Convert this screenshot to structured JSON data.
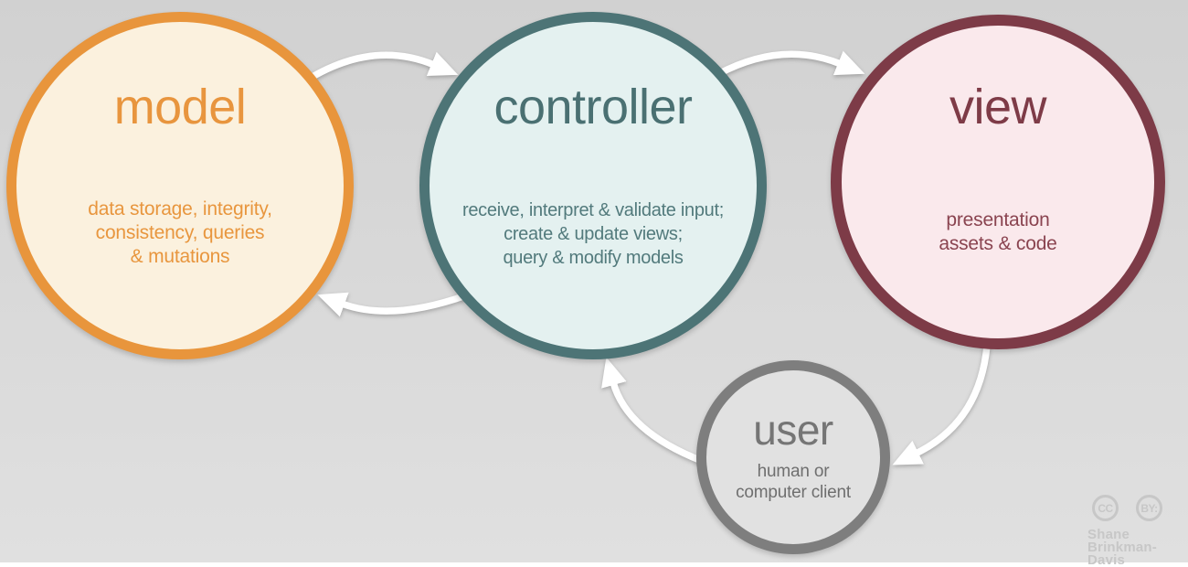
{
  "diagram_type": "mvc-architecture-cycle",
  "nodes": {
    "model": {
      "title": "model",
      "description_lines": [
        "data storage, integrity,",
        "consistency, queries",
        "& mutations"
      ],
      "colors": {
        "border": "#E8953C",
        "fill": "#FBF1DE",
        "title": "#E8953E",
        "description": "#E8963E"
      }
    },
    "controller": {
      "title": "controller",
      "description_lines": [
        "receive, interpret & validate input;",
        "create & update views;",
        "query & modify models"
      ],
      "colors": {
        "border": "#4D7476",
        "fill": "#E4F1F0",
        "title": "#4A7072",
        "description": "#527A7C"
      }
    },
    "view": {
      "title": "view",
      "description_lines": [
        "presentation",
        "assets & code"
      ],
      "colors": {
        "border": "#7D3B47",
        "fill": "#FAE9EC",
        "title": "#7E3B47",
        "description": "#8A4450"
      }
    },
    "user": {
      "title": "user",
      "description_lines": [
        "human or",
        "computer client"
      ],
      "colors": {
        "border": "#7E7E7E",
        "fill": "#E1E1E1",
        "title": "#757575",
        "description": "#6F6F6F"
      }
    }
  },
  "arrows": {
    "color": "#FFFFFF",
    "connections": [
      "model-to-controller",
      "controller-to-view",
      "controller-to-model",
      "view-to-user",
      "user-to-controller"
    ]
  },
  "attribution": {
    "cc_icon_label": "CC",
    "by_icon_label": "BY:",
    "author_lines": [
      "Shane",
      "Brinkman-Davis"
    ],
    "color": "#C7C7C7"
  }
}
